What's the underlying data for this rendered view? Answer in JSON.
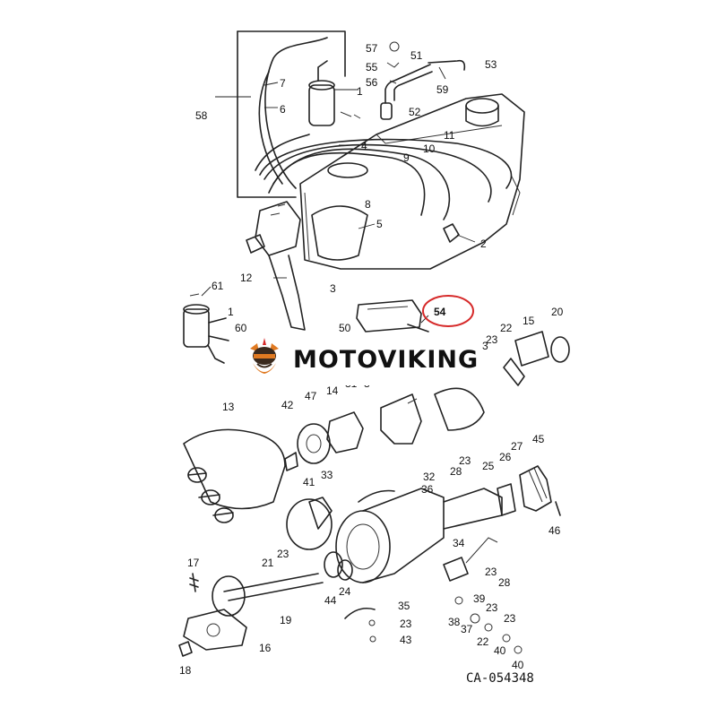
{
  "brand": {
    "name": "MOTOVIKING"
  },
  "drawing_code": "CA-054348",
  "highlight": {
    "callout": "54",
    "ring_color": "#d62a2a"
  },
  "colors": {
    "ink": "#222222",
    "background": "#ffffff",
    "logo_orange": "#e07a22",
    "logo_dark": "#3a2a1e"
  },
  "callouts": [
    {
      "id": "c57",
      "label": "57"
    },
    {
      "id": "c51",
      "label": "51"
    },
    {
      "id": "c53",
      "label": "53"
    },
    {
      "id": "c55",
      "label": "55"
    },
    {
      "id": "c56",
      "label": "56"
    },
    {
      "id": "c59",
      "label": "59"
    },
    {
      "id": "c7",
      "label": "7"
    },
    {
      "id": "c1a",
      "label": "1"
    },
    {
      "id": "c52",
      "label": "52"
    },
    {
      "id": "c58",
      "label": "58"
    },
    {
      "id": "c6",
      "label": "6"
    },
    {
      "id": "c4",
      "label": "4"
    },
    {
      "id": "c10",
      "label": "10"
    },
    {
      "id": "c11",
      "label": "11"
    },
    {
      "id": "c9",
      "label": "9"
    },
    {
      "id": "c8",
      "label": "8"
    },
    {
      "id": "c5",
      "label": "5"
    },
    {
      "id": "c2",
      "label": "2"
    },
    {
      "id": "c12",
      "label": "12"
    },
    {
      "id": "c3a",
      "label": "3"
    },
    {
      "id": "c61",
      "label": "61"
    },
    {
      "id": "c1b",
      "label": "1"
    },
    {
      "id": "c60",
      "label": "60"
    },
    {
      "id": "c50",
      "label": "50"
    },
    {
      "id": "c54",
      "label": "54"
    },
    {
      "id": "c15",
      "label": "15"
    },
    {
      "id": "c20",
      "label": "20"
    },
    {
      "id": "c22a",
      "label": "22"
    },
    {
      "id": "c23a",
      "label": "23"
    },
    {
      "id": "c3b",
      "label": "3"
    },
    {
      "id": "c13",
      "label": "13"
    },
    {
      "id": "c42",
      "label": "42"
    },
    {
      "id": "c47",
      "label": "47"
    },
    {
      "id": "c14",
      "label": "14"
    },
    {
      "id": "c31",
      "label": "31"
    },
    {
      "id": "c30",
      "label": "3"
    },
    {
      "id": "c23b",
      "label": "23"
    },
    {
      "id": "c28a",
      "label": "28"
    },
    {
      "id": "c32",
      "label": "32"
    },
    {
      "id": "c27",
      "label": "27"
    },
    {
      "id": "c45",
      "label": "45"
    },
    {
      "id": "c26",
      "label": "26"
    },
    {
      "id": "c25",
      "label": "25"
    },
    {
      "id": "c33",
      "label": "33"
    },
    {
      "id": "c41",
      "label": "41"
    },
    {
      "id": "c36",
      "label": "36"
    },
    {
      "id": "c46",
      "label": "46"
    },
    {
      "id": "c21",
      "label": "21"
    },
    {
      "id": "c23c",
      "label": "23"
    },
    {
      "id": "c34",
      "label": "34"
    },
    {
      "id": "c17",
      "label": "17"
    },
    {
      "id": "c44",
      "label": "44"
    },
    {
      "id": "c24",
      "label": "24"
    },
    {
      "id": "c23d",
      "label": "23"
    },
    {
      "id": "c28b",
      "label": "28"
    },
    {
      "id": "c39",
      "label": "39"
    },
    {
      "id": "c35",
      "label": "35"
    },
    {
      "id": "c23e",
      "label": "23"
    },
    {
      "id": "c43",
      "label": "43"
    },
    {
      "id": "c38",
      "label": "38"
    },
    {
      "id": "c37",
      "label": "37"
    },
    {
      "id": "c23f",
      "label": "23"
    },
    {
      "id": "c23g",
      "label": "23"
    },
    {
      "id": "c22b",
      "label": "22"
    },
    {
      "id": "c40a",
      "label": "40"
    },
    {
      "id": "c40b",
      "label": "40"
    },
    {
      "id": "c19",
      "label": "19"
    },
    {
      "id": "c16",
      "label": "16"
    },
    {
      "id": "c18",
      "label": "18"
    }
  ]
}
